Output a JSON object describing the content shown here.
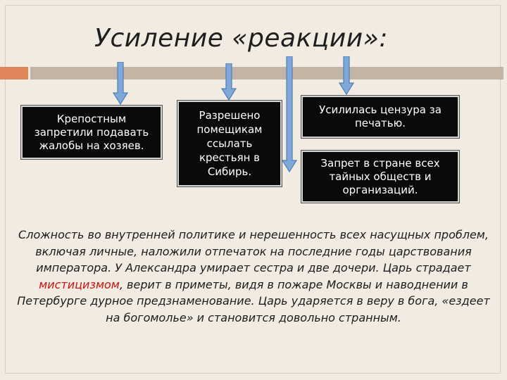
{
  "title": "Усиление «реакции»:",
  "boxes": {
    "box1": "Крепостным запретили подавать жалобы на хозяев.",
    "box2": "Разрешено помещикам ссылать крестьян в Сибирь.",
    "box3": "Усилилась цензура за печатью.",
    "box4": "Запрет в стране всех тайных обществ и организаций."
  },
  "paragraph": {
    "before": "Сложность во внутренней политике и нерешенность всех насущных проблем, включая личные, наложили отпечаток на последние годы царствования императора. У Александра умирает сестра и две дочери. Царь страдает ",
    "highlight": "мистицизмом",
    "after": ", верит в приметы, видя в пожаре Москвы и наводнении в Петербурге дурное предзнаменование. Царь ударяется в веру в бога, «ездеет на богомолье» и становится довольно странным."
  },
  "colors": {
    "background": "#f1ebe2",
    "accent": "#de865a",
    "title_bar": "#c2b5a6",
    "arrow": "#7fa8d6",
    "highlight": "#cc1212"
  }
}
